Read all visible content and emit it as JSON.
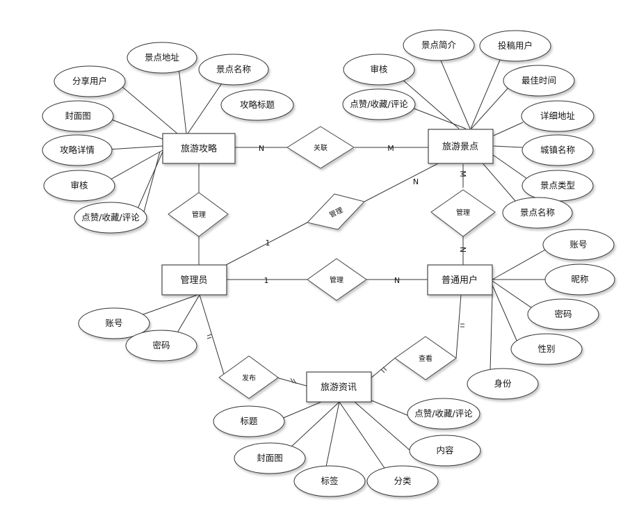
{
  "diagram": {
    "entities": {
      "strategy": "旅游攻略",
      "scenic": "旅游景点",
      "admin": "管理员",
      "user": "普通用户",
      "news": "旅游资讯"
    },
    "relationships": {
      "associate": "关联",
      "manage_strategy": "管理",
      "manage_scenic": "管理",
      "manage_scenic_user": "管理",
      "manage_user": "管理",
      "publish": "发布",
      "view": "查看"
    },
    "attributes": {
      "strategy": [
        "景点地址",
        "景点名称",
        "分享用户",
        "攻略标题",
        "封面图",
        "攻略详情",
        "审核",
        "点赞/收藏/评论"
      ],
      "scenic": [
        "景点简介",
        "投稿用户",
        "审核",
        "最佳时间",
        "点赞/收藏/评论",
        "详细地址",
        "城镇名称",
        "景点类型",
        "景点名称"
      ],
      "admin": [
        "账号",
        "密码"
      ],
      "user": [
        "账号",
        "昵称",
        "密码",
        "性别",
        "身份"
      ],
      "news": [
        "标题",
        "点赞/收藏/评论",
        "内容",
        "封面图",
        "标签",
        "分类"
      ]
    },
    "cardinalities": {
      "strategy_assoc": "N",
      "scenic_assoc": "M",
      "scenic_admin_manage": "N",
      "admin_scenic_manage": "1",
      "admin_user_manage": "1",
      "user_admin_manage": "N",
      "scenic_user_manage": "M",
      "user_scenic_manage": "N"
    }
  }
}
